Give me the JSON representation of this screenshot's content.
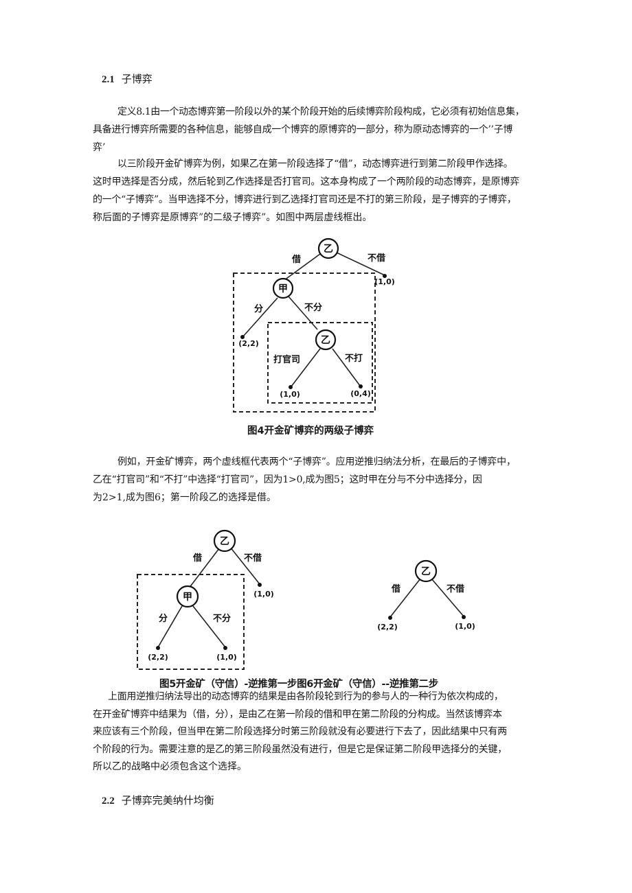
{
  "section1": {
    "number": "2.1",
    "title": "子博弈"
  },
  "definition": {
    "line1": "定义8.1由一个动态博弈第一阶段以外的某个阶段开始的后续博弈阶段构成，它必须有初始信息集，",
    "line2": "具备进行博弈所需要的各种信息，能够自成一个博弈的原博弈的一部分，称为原动态博弈的一个’’子博",
    "line3": "弈’"
  },
  "paragraph1": {
    "line1": "以三阶段开金矿博弈为例，如果乙在第一阶段选择了“借”，动态博弈进行到第二阶段甲作选择。",
    "line2": "这时甲选择是否分成，然后轮到乙作选择是否打官司。这本身构成了一个两阶段的动态博弈，是原博弈",
    "line3": "的一个“子博弈”。当甲选择不分，博弈进行到乙选择打官司还是不打的第三阶段，是子博弈的子博弈，",
    "line4": "称后面的子博弈是原博弈”的二级子博弈”。如图中两层虚线框出。"
  },
  "figure4": {
    "caption": "图4开金矿博弈的两级子博弈",
    "root": "乙",
    "borrow": "借",
    "not_borrow": "不借",
    "payoff_not_borrow": "(1,0)",
    "jia": "甲",
    "split": "分",
    "not_split": "不分",
    "payoff_split": "(2,2)",
    "yi2": "乙",
    "sue": "打官司",
    "not_sue": "不打",
    "payoff_sue": "(1,0)",
    "payoff_not_sue": "(0,4)"
  },
  "paragraph2": {
    "line1": "例如，开金矿博弈，两个虚线框代表两个“子博弈”。应用逆推归纳法分析，在最后的子博弈中，",
    "line2": "乙在“打官司”和“不打”中选择“打官司”，因为1>0,成为图5；这时甲在分与不分中选择分，因",
    "line3": "为2>1,成为图6；第一阶段乙的选择是借。"
  },
  "figure5": {
    "root": "乙",
    "borrow": "借",
    "not_borrow": "不借",
    "payoff_not_borrow": "(1,0)",
    "jia": "甲",
    "split": "分",
    "not_split": "不分",
    "payoff_split": "(2,2)",
    "payoff_not_split": "(1,0)"
  },
  "figure6": {
    "root": "乙",
    "borrow": "借",
    "not_borrow": "不借",
    "payoff_borrow": "(2,2)",
    "payoff_not_borrow": "(1,0)"
  },
  "captions56": "图5开金矿（守信）-逆推第一步图6开金矿（守信）--逆推第二步",
  "paragraph3": {
    "line1": "上面用逆推归纳法导出的动态博弈的结果是由各阶段轮到行为的参与人的一种行为依次构成的，",
    "line2": "在开金矿博弈中结果为（借，分），是由乙在第一阶段的借和甲在第二阶段的分构成。当然该博弈本",
    "line3": "来应该有三个阶段，但当甲在第二阶段选择分时第三阶段就没有必要进行下去了，因此结果中只有两",
    "line4": "个阶段的行为。需要注意的是乙的第三阶段虽然没有进行，但是它是保证第二阶段甲选择分的关键，",
    "line5": "所以乙的战略中必须包含这个选择。"
  },
  "section2": {
    "number": "2.2",
    "title": "子博弈完美纳什均衡"
  }
}
